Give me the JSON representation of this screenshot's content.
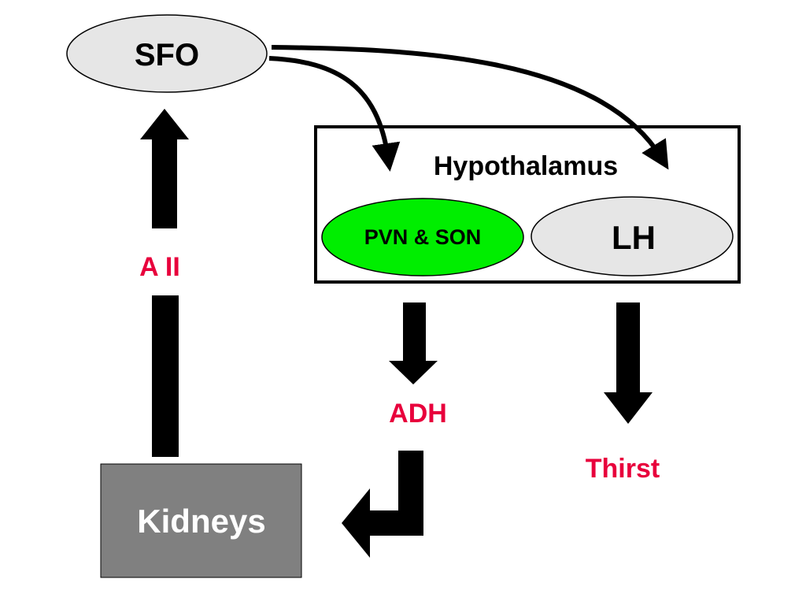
{
  "nodes": {
    "sfo": {
      "label": "SFO",
      "fill": "#e6e6e6"
    },
    "hypothalamus": {
      "label": "Hypothalamus"
    },
    "pvn_son": {
      "label": "PVN & SON",
      "fill": "#00ee00"
    },
    "lh": {
      "label": "LH",
      "fill": "#e6e6e6"
    },
    "kidneys": {
      "label": "Kidneys",
      "fill": "#808080"
    }
  },
  "signals": {
    "angiotensin": {
      "label": "A II"
    },
    "adh": {
      "label": "ADH"
    },
    "thirst": {
      "label": "Thirst"
    }
  },
  "colors": {
    "signal_text": "#e8003c",
    "arrow": "#000000",
    "kidneys_text": "#ffffff"
  }
}
